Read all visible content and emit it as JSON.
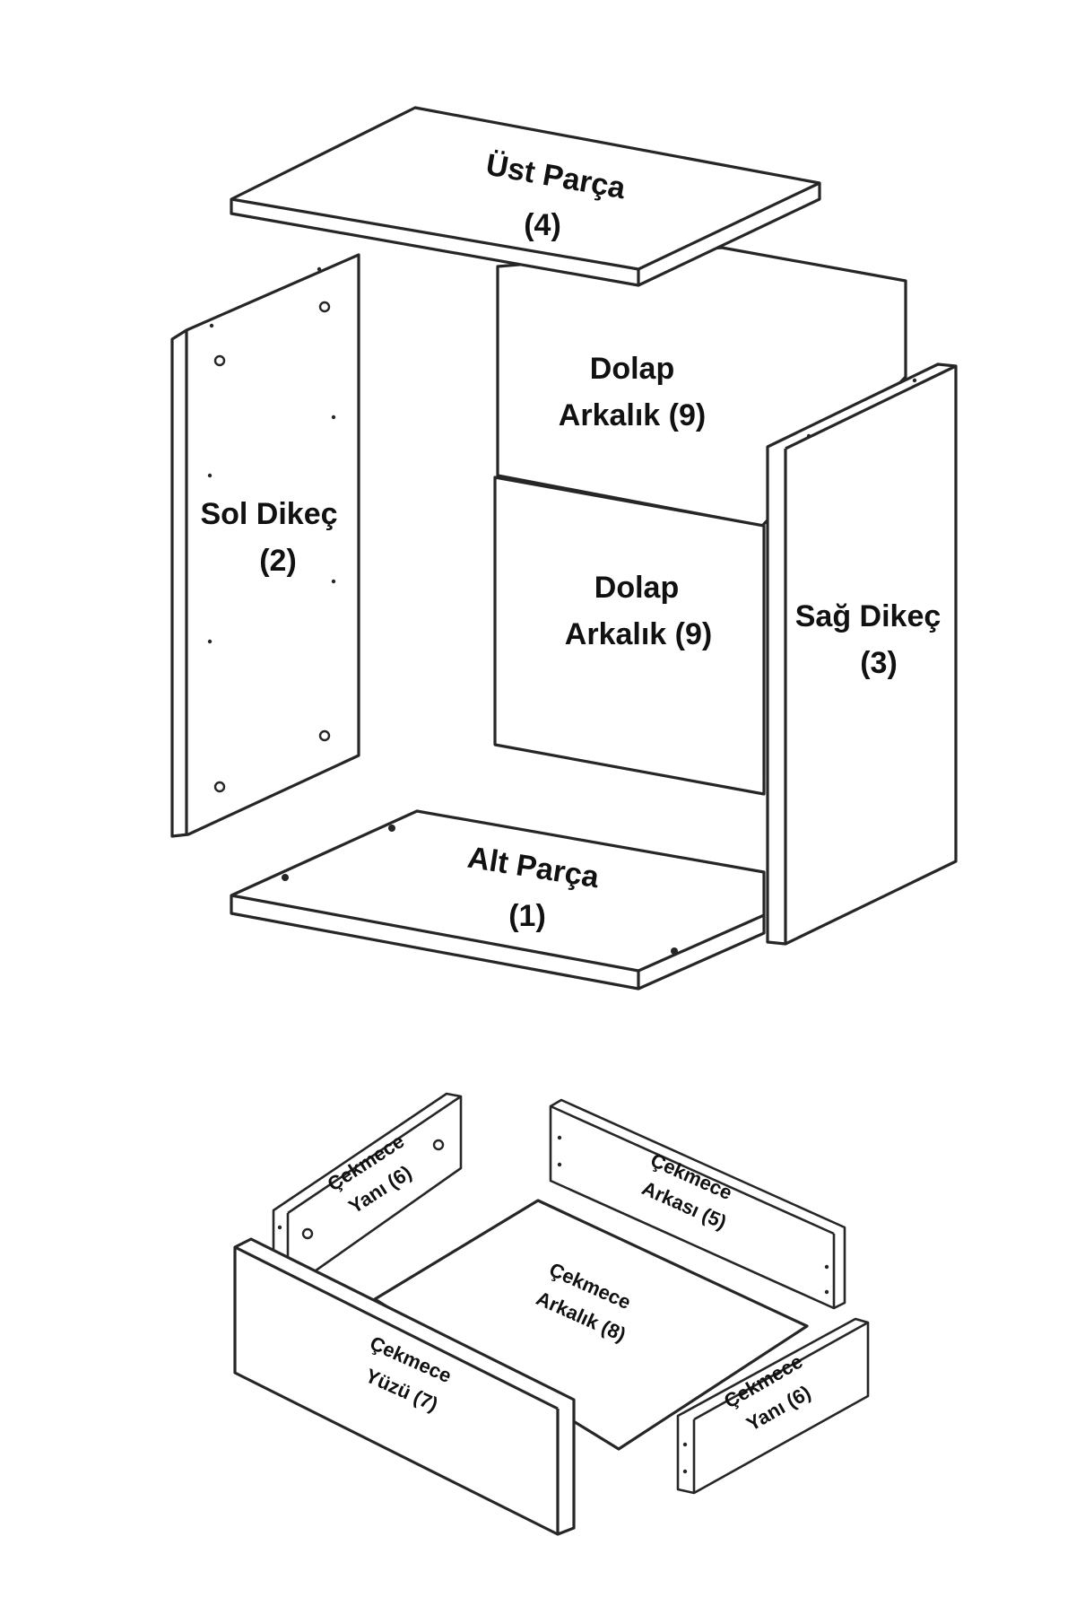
{
  "diagram": {
    "cabinet": {
      "top_panel": {
        "name": "Üst Parça",
        "number": "(4)"
      },
      "left_side": {
        "name": "Sol Dikeç",
        "number": "(2)"
      },
      "back_upper": {
        "line1": "Dolap",
        "line2": "Arkalık (9)"
      },
      "back_lower": {
        "line1": "Dolap",
        "line2": "Arkalık (9)"
      },
      "right_side": {
        "name": "Sağ Dikeç",
        "number": "(3)"
      },
      "bottom_panel": {
        "name": "Alt Parça",
        "number": "(1)"
      }
    },
    "drawer": {
      "side_left": {
        "line1": "Çekmece",
        "line2": "Yanı (6)"
      },
      "back": {
        "line1": "Çekmece",
        "line2": "Arkası (5)"
      },
      "bottom": {
        "line1": "Çekmece",
        "line2": "Arkalık (8)"
      },
      "front": {
        "line1": "Çekmece",
        "line2": "Yüzü (7)"
      },
      "side_right": {
        "line1": "Çekmece",
        "line2": "Yanı (6)"
      }
    }
  }
}
